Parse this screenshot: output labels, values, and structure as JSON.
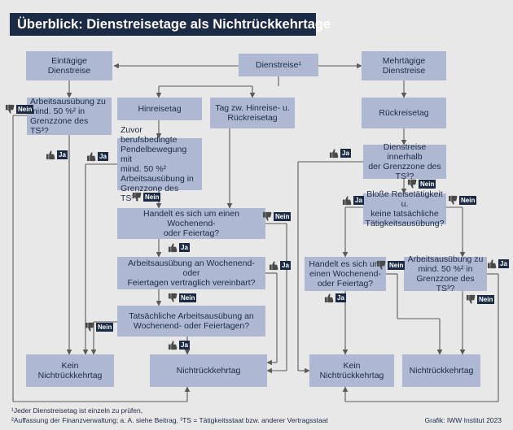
{
  "title": "Überblick: Dienstreisetage als Nichtrückkehrtage",
  "nodes": {
    "dienstreise": "Dienstreise¹",
    "eintaegige": "Eintägige\nDienstreise",
    "mehrtaegige": "Mehrtägige\nDienstreise",
    "q_links_50": "Arbeitsausübung zu\nmind. 50 %² in\nGrenzzone des TS³?",
    "hinreisetag": "Hinreisetag",
    "tag_zw": "Tag zw. Hinreise- u.\nRückreisetag",
    "rueckreisetag": "Rückreisetag",
    "q_pendel": "Zuvor berufsbedingte\nPendelbewegung mit\nmind. 50 %²\nArbeitsausübung in\nGrenzzone des TS³?",
    "q_wochenende_hin": "Handelt es sich um einen Wochenend-\noder Feiertag?",
    "q_vertraglich": "Arbeitsausübung an Wochenend- oder\nFeiertagen vertraglich vereinbart?",
    "q_tatsaechlich": "Tatsächliche Arbeitsausübung an\nWochenend- oder Feiertagen?",
    "kein_links": "Kein\nNichtrückkehrtag",
    "nicht_mitte": "Nichtrückkehrtag",
    "q_innerhalb": "Dienstreise innerhalb\nder Grenzzone des\nTS³?",
    "q_bloss": "Bloße Reisetätigkeit u.\nkeine tatsächliche\nTätigkeitsausübung?",
    "q_wochenende_rueck": "Handelt es sich um\neinen Wochenend-\noder Feiertag?",
    "q_rechts_50": "Arbeitsausübung zu\nmind. 50 %² in\nGrenzzone des TS³?",
    "kein_rechts": "Kein\nNichtrückkehrtag",
    "nicht_rechts": "Nichtrückkehrtag"
  },
  "answers": {
    "yes": "Ja",
    "no": "Nein"
  },
  "footnotes": {
    "line1": "¹Jeder Dienstreisetag ist einzeln zu prüfen,",
    "line2": "²Auffassung der Finanzverwaltung; a. A. siehe Beitrag, ³TS = Tätigkeitsstaat bzw. anderer Vertragsstaat"
  },
  "credit": "Grafik: IWW Institut 2023",
  "colors": {
    "box": "#aeb8d2",
    "dark": "#1b2b45",
    "line": "#5a5a5a",
    "background": "#e8e8e8"
  },
  "icons": {
    "yes": "thumbs-up-icon",
    "no": "thumbs-down-icon"
  }
}
